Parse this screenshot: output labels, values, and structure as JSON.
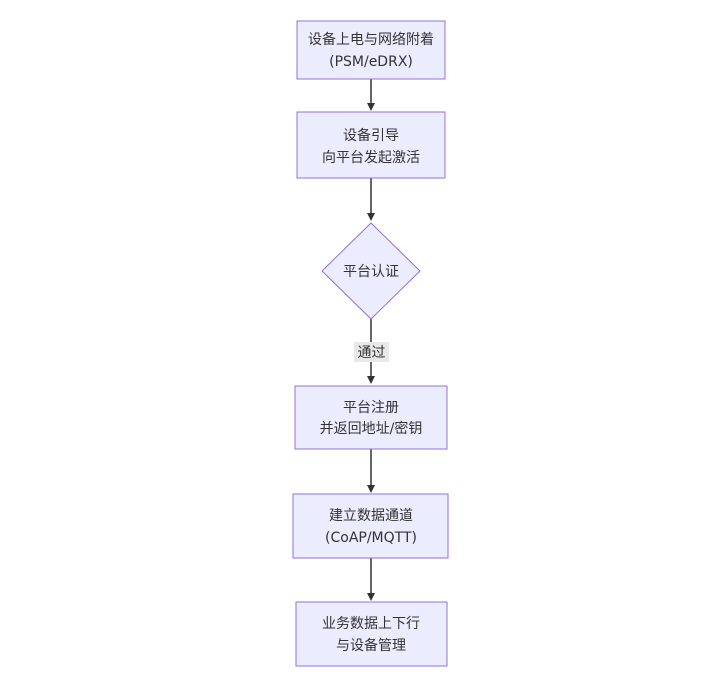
{
  "diagram": {
    "kind": "flowchart-top-down",
    "background": "#ffffff",
    "colors": {
      "node_fill": "#ECECFF",
      "node_stroke": "#9370DB",
      "edge_color": "#333333",
      "text_color": "#333333",
      "edge_label_bg": "#e8e8e8"
    },
    "nodes": [
      {
        "shape": "rect",
        "lines": [
          "设备上电与网络附着",
          "(PSM/eDRX)"
        ]
      },
      {
        "shape": "rect",
        "lines": [
          "设备引导",
          "向平台发起激活"
        ]
      },
      {
        "shape": "diamond",
        "lines": [
          "平台认证"
        ]
      },
      {
        "shape": "rect",
        "lines": [
          "平台注册",
          "并返回地址/密钥"
        ]
      },
      {
        "shape": "rect",
        "lines": [
          "建立数据通道",
          "(CoAP/MQTT)"
        ]
      },
      {
        "shape": "rect",
        "lines": [
          "业务数据上下行",
          "与设备管理"
        ]
      }
    ],
    "edges": [
      {
        "from": 0,
        "to": 1,
        "label": ""
      },
      {
        "from": 1,
        "to": 2,
        "label": ""
      },
      {
        "from": 2,
        "to": 3,
        "label": "通过"
      },
      {
        "from": 3,
        "to": 4,
        "label": ""
      },
      {
        "from": 4,
        "to": 5,
        "label": ""
      }
    ]
  }
}
